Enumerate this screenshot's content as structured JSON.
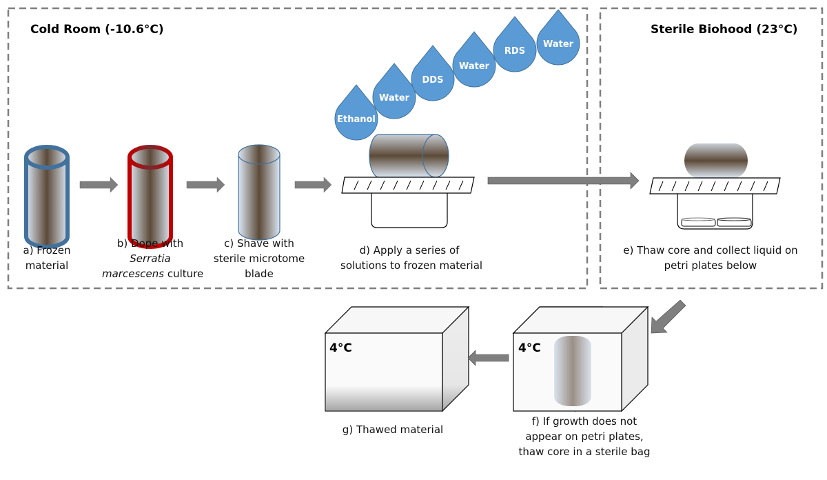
{
  "regions": {
    "cold_room": {
      "title": "Cold Room (-10.6°C)"
    },
    "biohood": {
      "title": "Sterile Biohood (23°C)"
    }
  },
  "solutions": [
    "Ethanol",
    "Water",
    "DDS",
    "Water",
    "RDS",
    "Water"
  ],
  "steps": {
    "a": {
      "line1": "a) Frozen",
      "line2": "material"
    },
    "b": {
      "line1": "b) Dope with",
      "line2_italic": "Serratia",
      "line3_italic": "marcescens",
      "line3_rest": " culture"
    },
    "c": {
      "line1": "c) Shave with",
      "line2": "sterile microtome",
      "line3": "blade"
    },
    "d": {
      "line1": "d) Apply a series of",
      "line2": "solutions to frozen material"
    },
    "e": {
      "line1": "e) Thaw core and collect liquid on",
      "line2": "petri plates below"
    },
    "f": {
      "line1": "f) If growth does not",
      "line2": "appear on petri plates,",
      "line3": "thaw core in a sterile bag",
      "temp": "4°C"
    },
    "g": {
      "line1": "g) Thawed material",
      "temp": "4°C"
    }
  },
  "colors": {
    "frozen_outline": "#41719c",
    "doped_outline": "#c00000",
    "drop_fill": "#5b9bd5",
    "drop_stroke": "#41719c",
    "arrow_fill": "#7f7f7f",
    "core_dark": "#5c4a38",
    "core_light": "#d6e3f0",
    "dash": "#7f7f7f"
  }
}
